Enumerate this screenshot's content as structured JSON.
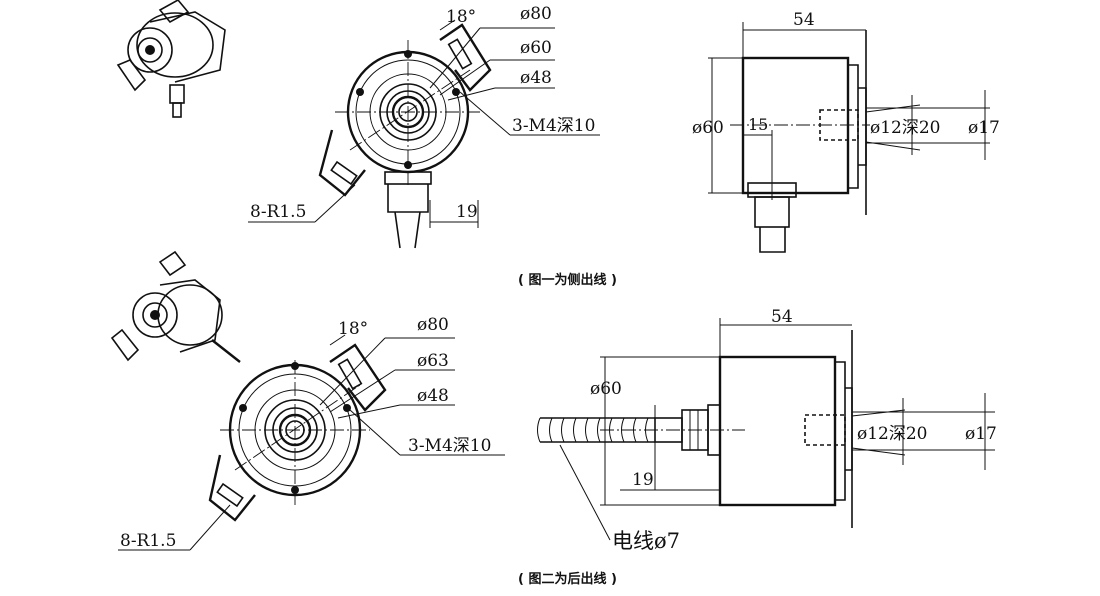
{
  "figure1": {
    "caption": "( 图一为侧出线 )",
    "front": {
      "angle": "18°",
      "d1": "ø80",
      "d2": "ø60",
      "d3": "ø48",
      "holes": "3-M4深10",
      "slots": "8-R1.5",
      "offset": "19"
    },
    "side": {
      "length": "54",
      "body_dia": "ø60",
      "cable_pos": "15",
      "bore": "ø12深20",
      "flange": "ø17"
    }
  },
  "figure2": {
    "caption": "( 图二为后出线 )",
    "front": {
      "angle": "18°",
      "d1": "ø80",
      "d2": "ø63",
      "d3": "ø48",
      "holes": "3-M4深10",
      "slots": "8-R1.5"
    },
    "side": {
      "length": "54",
      "body_dia": "ø60",
      "cable_pos": "19",
      "bore": "ø12深20",
      "flange": "ø17",
      "cable": "电线ø7"
    }
  }
}
